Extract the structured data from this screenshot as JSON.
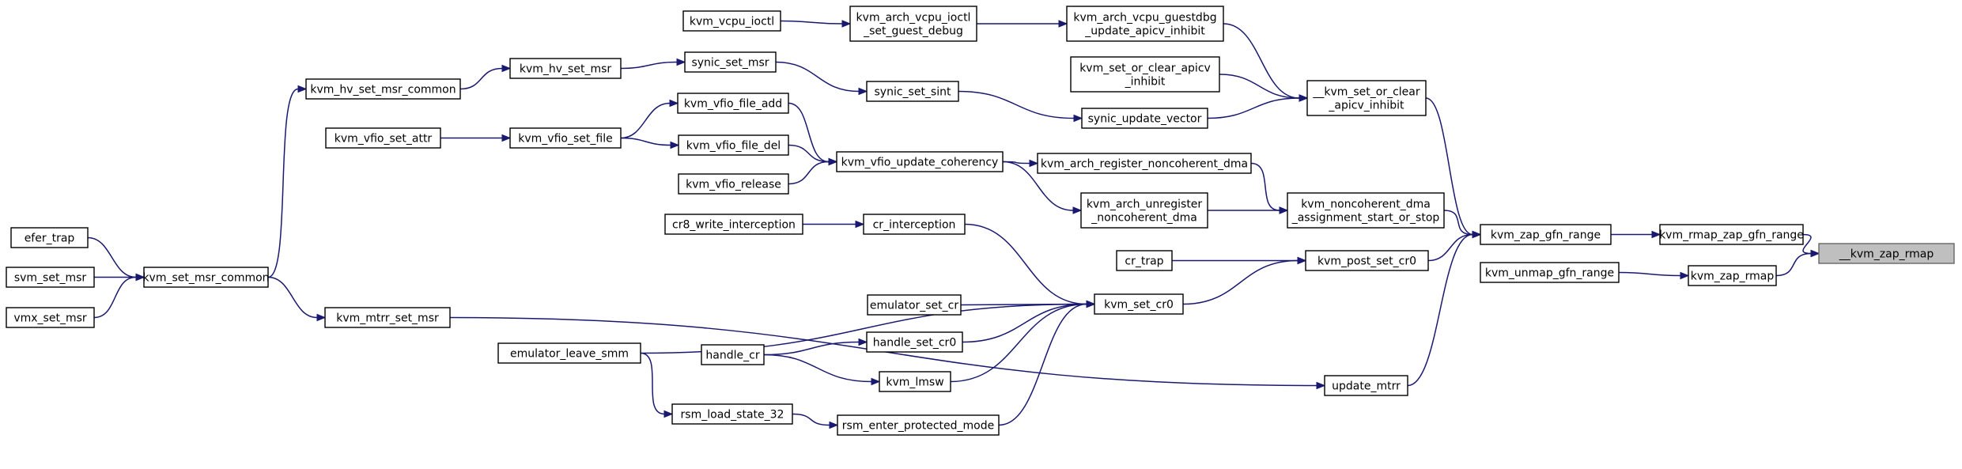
{
  "nodes": {
    "root": [
      "__kvm_zap_rmap"
    ],
    "kvm_rmap_zap_gfn_range": [
      "kvm_rmap_zap_gfn_range"
    ],
    "kvm_zap_rmap": [
      "kvm_zap_rmap"
    ],
    "kvm_zap_gfn_range": [
      "kvm_zap_gfn_range"
    ],
    "kvm_unmap_gfn_range": [
      "kvm_unmap_gfn_range"
    ],
    "set_or_clear": [
      "__kvm_set_or_clear",
      "_apicv_inhibit"
    ],
    "noncoherent_dma": [
      "kvm_noncoherent_dma",
      "_assignment_start_or_stop"
    ],
    "kvm_post_set_cr0": [
      "kvm_post_set_cr0"
    ],
    "update_mtrr": [
      "update_mtrr"
    ],
    "guestdbg": [
      "kvm_arch_vcpu_guestdbg",
      "_update_apicv_inhibit"
    ],
    "set_or_clear_public": [
      "kvm_set_or_clear_apicv",
      "_inhibit"
    ],
    "synic_update_vector": [
      "synic_update_vector"
    ],
    "register_noncoherent": [
      "kvm_arch_register_noncoherent_dma"
    ],
    "unregister_noncoherent": [
      "kvm_arch_unregister",
      "_noncoherent_dma"
    ],
    "cr_trap": [
      "cr_trap"
    ],
    "kvm_set_cr0": [
      "kvm_set_cr0"
    ],
    "set_guest_debug": [
      "kvm_arch_vcpu_ioctl",
      "_set_guest_debug"
    ],
    "kvm_vcpu_ioctl": [
      "kvm_vcpu_ioctl"
    ],
    "synic_set_sint": [
      "synic_set_sint"
    ],
    "synic_set_msr": [
      "synic_set_msr"
    ],
    "kvm_hv_set_msr": [
      "kvm_hv_set_msr"
    ],
    "kvm_hv_set_msr_common": [
      "kvm_hv_set_msr_common"
    ],
    "kvm_set_msr_common": [
      "kvm_set_msr_common"
    ],
    "efer_trap": [
      "efer_trap"
    ],
    "svm_set_msr": [
      "svm_set_msr"
    ],
    "vmx_set_msr": [
      "vmx_set_msr"
    ],
    "vfio_update_coherency": [
      "kvm_vfio_update_coherency"
    ],
    "vfio_file_add": [
      "kvm_vfio_file_add"
    ],
    "vfio_file_del": [
      "kvm_vfio_file_del"
    ],
    "vfio_release": [
      "kvm_vfio_release"
    ],
    "vfio_set_file": [
      "kvm_vfio_set_file"
    ],
    "vfio_set_attr": [
      "kvm_vfio_set_attr"
    ],
    "cr_interception": [
      "cr_interception"
    ],
    "cr8_write_interception": [
      "cr8_write_interception"
    ],
    "emulator_set_cr": [
      "emulator_set_cr"
    ],
    "handle_set_cr0": [
      "handle_set_cr0"
    ],
    "handle_cr": [
      "handle_cr"
    ],
    "kvm_lmsw": [
      "kvm_lmsw"
    ],
    "rsm_enter_protected_mode": [
      "rsm_enter_protected_mode"
    ],
    "rsm_load_state_32": [
      "rsm_load_state_32"
    ],
    "emulator_leave_smm": [
      "emulator_leave_smm"
    ],
    "kvm_mtrr_set_msr": [
      "kvm_mtrr_set_msr"
    ]
  },
  "edges": [
    [
      "kvm_rmap_zap_gfn_range",
      "root"
    ],
    [
      "kvm_zap_rmap",
      "root"
    ],
    [
      "kvm_zap_gfn_range",
      "kvm_rmap_zap_gfn_range"
    ],
    [
      "kvm_unmap_gfn_range",
      "kvm_zap_rmap"
    ],
    [
      "set_or_clear",
      "kvm_zap_gfn_range"
    ],
    [
      "noncoherent_dma",
      "kvm_zap_gfn_range"
    ],
    [
      "kvm_post_set_cr0",
      "kvm_zap_gfn_range"
    ],
    [
      "update_mtrr",
      "kvm_zap_gfn_range"
    ],
    [
      "guestdbg",
      "set_or_clear"
    ],
    [
      "set_or_clear_public",
      "set_or_clear"
    ],
    [
      "synic_update_vector",
      "set_or_clear"
    ],
    [
      "register_noncoherent",
      "noncoherent_dma"
    ],
    [
      "unregister_noncoherent",
      "noncoherent_dma"
    ],
    [
      "cr_trap",
      "kvm_post_set_cr0"
    ],
    [
      "kvm_set_cr0",
      "kvm_post_set_cr0"
    ],
    [
      "kvm_mtrr_set_msr",
      "update_mtrr"
    ],
    [
      "set_guest_debug",
      "guestdbg"
    ],
    [
      "kvm_vcpu_ioctl",
      "set_guest_debug"
    ],
    [
      "synic_set_sint",
      "synic_update_vector"
    ],
    [
      "synic_set_msr",
      "synic_set_sint"
    ],
    [
      "kvm_hv_set_msr",
      "synic_set_msr"
    ],
    [
      "kvm_hv_set_msr_common",
      "kvm_hv_set_msr"
    ],
    [
      "kvm_set_msr_common",
      "kvm_hv_set_msr_common"
    ],
    [
      "efer_trap",
      "kvm_set_msr_common"
    ],
    [
      "svm_set_msr",
      "kvm_set_msr_common"
    ],
    [
      "vmx_set_msr",
      "kvm_set_msr_common"
    ],
    [
      "vfio_update_coherency",
      "register_noncoherent"
    ],
    [
      "vfio_update_coherency",
      "unregister_noncoherent"
    ],
    [
      "vfio_file_add",
      "vfio_update_coherency"
    ],
    [
      "vfio_file_del",
      "vfio_update_coherency"
    ],
    [
      "vfio_release",
      "vfio_update_coherency"
    ],
    [
      "vfio_set_file",
      "vfio_file_add"
    ],
    [
      "vfio_set_file",
      "vfio_file_del"
    ],
    [
      "vfio_set_attr",
      "vfio_set_file"
    ],
    [
      "cr_interception",
      "kvm_set_cr0"
    ],
    [
      "cr8_write_interception",
      "cr_interception"
    ],
    [
      "emulator_set_cr",
      "kvm_set_cr0"
    ],
    [
      "handle_set_cr0",
      "kvm_set_cr0"
    ],
    [
      "kvm_lmsw",
      "kvm_set_cr0"
    ],
    [
      "rsm_enter_protected_mode",
      "kvm_set_cr0"
    ],
    [
      "emulator_leave_smm",
      "kvm_set_cr0"
    ],
    [
      "handle_cr",
      "handle_set_cr0"
    ],
    [
      "handle_cr",
      "kvm_lmsw"
    ],
    [
      "rsm_load_state_32",
      "rsm_enter_protected_mode"
    ],
    [
      "emulator_leave_smm",
      "rsm_load_state_32"
    ],
    [
      "kvm_set_msr_common",
      "kvm_mtrr_set_msr"
    ]
  ]
}
